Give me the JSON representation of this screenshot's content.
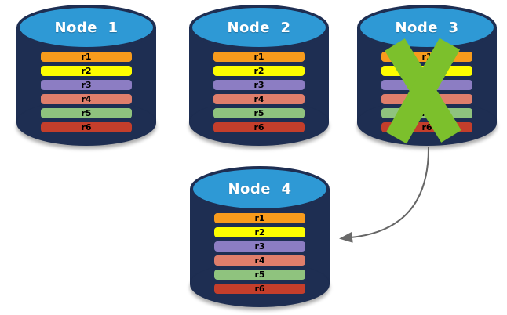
{
  "diagram": {
    "description": "Database replication diagram: four database nodes each holding replicas r1-r6; Node 3 is crossed out (failed) and an arrow points from Node 3 to Node 4",
    "nodes": [
      {
        "id": "node1",
        "label": "Node  1",
        "failed": false,
        "replicas": [
          "r1",
          "r2",
          "r3",
          "r4",
          "r5",
          "r6"
        ]
      },
      {
        "id": "node2",
        "label": "Node  2",
        "failed": false,
        "replicas": [
          "r1",
          "r2",
          "r3",
          "r4",
          "r5",
          "r6"
        ]
      },
      {
        "id": "node3",
        "label": "Node  3",
        "failed": true,
        "replicas": [
          "r1",
          "r2",
          "r3",
          "r4",
          "r5",
          "r6"
        ]
      },
      {
        "id": "node4",
        "label": "Node  4",
        "failed": false,
        "replicas": [
          "r1",
          "r2",
          "r3",
          "r4",
          "r5",
          "r6"
        ]
      }
    ],
    "replica_colors": {
      "r1": "#F89B1C",
      "r2": "#FDFD00",
      "r3": "#8C7DC3",
      "r4": "#DF7E6B",
      "r5": "#8FC37E",
      "r6": "#C43E2B"
    },
    "colors": {
      "cylinder_body": "#1E2E52",
      "cylinder_top": "#2E99D5",
      "node_label_text": "#FFFFFF",
      "replica_label_text": "#000000",
      "failure_x": "#7CC02C",
      "arrow": "#666666",
      "arrowhead": "#6A6A6A"
    },
    "annotations": {
      "failure_x_node": "node3",
      "arrow_from": "node3",
      "arrow_to": "node4"
    }
  }
}
